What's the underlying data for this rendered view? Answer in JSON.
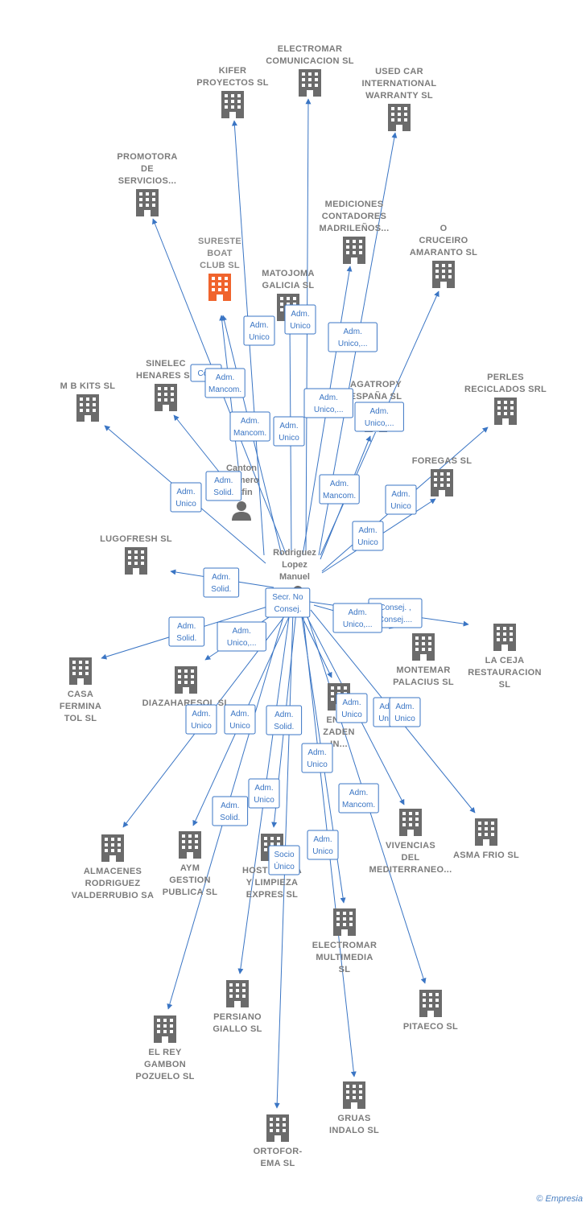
{
  "colors": {
    "edge": "#3a75c4",
    "building": "#6b6b6b",
    "highlight": "#f0642d",
    "person": "#6b6b6b"
  },
  "footer": {
    "copyright": "©",
    "brand": "Empresia"
  },
  "people": [
    {
      "id": "p1",
      "lines": [
        "Canton",
        "Palmero",
        "Rafin"
      ]
    },
    {
      "id": "p2",
      "lines": [
        "Rodriguez",
        "Lopez",
        "Manuel"
      ]
    }
  ],
  "companies": [
    {
      "id": "c_kifer",
      "lines": [
        "KIFER",
        "PROYECTOS SL"
      ]
    },
    {
      "id": "c_electromar_com",
      "lines": [
        "ELECTROMAR",
        "COMUNICACION SL"
      ]
    },
    {
      "id": "c_usedcar",
      "lines": [
        "USED CAR",
        "INTERNATIONAL",
        "WARRANTY SL"
      ]
    },
    {
      "id": "c_promotora",
      "lines": [
        "PROMOTORA",
        "DE",
        "SERVICIOS..."
      ]
    },
    {
      "id": "c_mediciones",
      "lines": [
        "MEDICIONES",
        "CONTADORES",
        "MADRILEÑOS..."
      ]
    },
    {
      "id": "c_sureste",
      "lines": [
        "SURESTE",
        "BOAT",
        "CLUB SL"
      ],
      "highlight": true
    },
    {
      "id": "c_matojoma",
      "lines": [
        "MATOJOMA",
        "GALICIA SL"
      ]
    },
    {
      "id": "c_ocruceiro",
      "lines": [
        "O",
        "CRUCEIRO",
        "AMARANTO SL"
      ]
    },
    {
      "id": "c_sinelec",
      "lines": [
        "SINELEC",
        "HENARES SL"
      ]
    },
    {
      "id": "c_mbkits",
      "lines": [
        "M B KITS SL"
      ]
    },
    {
      "id": "c_agatropy",
      "lines": [
        "AGATROPY",
        "ESPAÑA SL"
      ]
    },
    {
      "id": "c_perles",
      "lines": [
        "PERLES",
        "RECICLADOS SRL"
      ]
    },
    {
      "id": "c_foregas",
      "lines": [
        "FOREGAS SL"
      ]
    },
    {
      "id": "c_lugofresh",
      "lines": [
        "LUGOFRESH SL"
      ]
    },
    {
      "id": "c_laceja",
      "lines": [
        "LA CEJA",
        "RESTAURACION",
        "SL"
      ]
    },
    {
      "id": "c_montemar",
      "lines": [
        "MONTEMAR",
        "PALACIUS SL"
      ]
    },
    {
      "id": "c_casafermina",
      "lines": [
        "CASA",
        "FERMINA",
        "TOL SL"
      ]
    },
    {
      "id": "c_diazaharesol",
      "lines": [
        "DIAZAHARESOL SL"
      ]
    },
    {
      "id": "c_enza",
      "lines": [
        "ENZA",
        "ZADEN",
        "IN..."
      ]
    },
    {
      "id": "c_almacenes",
      "lines": [
        "ALMACENES",
        "RODRIGUEZ",
        "VALDERRUBIO SA"
      ]
    },
    {
      "id": "c_aym",
      "lines": [
        "AYM",
        "GESTION",
        "PUBLICA SL"
      ]
    },
    {
      "id": "c_hosteleria",
      "lines": [
        "HOSTELERIA",
        "Y LIMPIEZA",
        "EXPRES SL"
      ]
    },
    {
      "id": "c_vivencias",
      "lines": [
        "VIVENCIAS",
        "DEL",
        "MEDITERRANEO..."
      ]
    },
    {
      "id": "c_asmafrio",
      "lines": [
        "ASMA FRIO SL"
      ]
    },
    {
      "id": "c_electromar_mul",
      "lines": [
        "ELECTROMAR",
        "MULTIMEDIA",
        "SL"
      ]
    },
    {
      "id": "c_persiano",
      "lines": [
        "PERSIANO",
        "GIALLO SL"
      ]
    },
    {
      "id": "c_pitaeco",
      "lines": [
        "PITAECO SL"
      ]
    },
    {
      "id": "c_elrey",
      "lines": [
        "EL REY",
        "GAMBON",
        "POZUELO SL"
      ]
    },
    {
      "id": "c_gruas",
      "lines": [
        "GRUAS",
        "INDALO SL"
      ]
    },
    {
      "id": "c_ortofor",
      "lines": [
        "ORTOFOR-",
        "EMA SL"
      ]
    }
  ],
  "relations": [
    {
      "from": "p2",
      "to": "c_kifer",
      "label": [
        "Adm.",
        "Unico"
      ]
    },
    {
      "from": "p2",
      "to": "c_electromar_com",
      "label": [
        "Adm.",
        "Unico"
      ]
    },
    {
      "from": "p2",
      "to": "c_usedcar",
      "label": [
        "Adm.",
        "Unico,..."
      ]
    },
    {
      "from": "p2",
      "to": "c_promotora",
      "label": [
        "Co..."
      ]
    },
    {
      "from": "p2",
      "to": "c_mediciones",
      "label": [
        "Adm.",
        "Unico,..."
      ]
    },
    {
      "from": "p2",
      "to": "c_sureste",
      "label": [
        "Adm.",
        "Mancom."
      ]
    },
    {
      "from": "p1",
      "to": "c_sureste",
      "label": [
        "Adm.",
        "Mancom."
      ]
    },
    {
      "from": "p2",
      "to": "c_matojoma",
      "label": [
        "Adm.",
        "Unico"
      ]
    },
    {
      "from": "p2",
      "to": "c_ocruceiro",
      "label": [
        "Adm.",
        "Unico,..."
      ]
    },
    {
      "from": "p1",
      "to": "c_sinelec",
      "label": [
        "Adm.",
        "Solid."
      ]
    },
    {
      "from": "p2",
      "to": "c_mbkits",
      "label": [
        "Adm.",
        "Unico"
      ]
    },
    {
      "from": "p2",
      "to": "c_agatropy",
      "label": [
        "Adm.",
        "Mancom."
      ]
    },
    {
      "from": "p2",
      "to": "c_perles",
      "label": [
        "Adm.",
        "Unico"
      ]
    },
    {
      "from": "p2",
      "to": "c_foregas",
      "label": [
        "Adm.",
        "Unico"
      ]
    },
    {
      "from": "p2",
      "to": "c_lugofresh",
      "label": [
        "Adm.",
        "Solid."
      ]
    },
    {
      "from": "p2",
      "to": "c_laceja",
      "label": [
        "Consej. ,",
        "Consej...."
      ]
    },
    {
      "from": "p2",
      "to": "c_montemar",
      "label": [
        "Adm.",
        "Unico,..."
      ]
    },
    {
      "from": "p2",
      "to": "c_casafermina",
      "label": [
        "Adm.",
        "Solid."
      ]
    },
    {
      "from": "p2",
      "to": "c_diazaharesol",
      "label": [
        "Adm.",
        "Unico,..."
      ]
    },
    {
      "from": "p2",
      "to": "c_enza",
      "label": [
        "Adm.",
        "Unico"
      ]
    },
    {
      "from": "p2",
      "to": "c_almacenes",
      "label": [
        "Adm.",
        "Unico"
      ]
    },
    {
      "from": "p2",
      "to": "c_aym",
      "label": [
        "Adm.",
        "Unico"
      ]
    },
    {
      "from": "p2",
      "to": "c_hosteleria",
      "label": [
        "Adm.",
        "Unico"
      ]
    },
    {
      "from": "p2",
      "to": "c_vivencias",
      "label": [
        "Adm.",
        "Unico"
      ]
    },
    {
      "from": "p2",
      "to": "c_asmafrio",
      "label": [
        "Adm.",
        "Unico"
      ]
    },
    {
      "from": "p2",
      "to": "c_electromar_mul",
      "label": [
        "Adm.",
        "Unico"
      ]
    },
    {
      "from": "p2",
      "to": "c_persiano",
      "label": [
        "Adm.",
        "Solid."
      ]
    },
    {
      "from": "p2",
      "to": "c_pitaeco",
      "label": [
        "Adm.",
        "Mancom."
      ]
    },
    {
      "from": "p2",
      "to": "c_elrey",
      "label": [
        "Adm.",
        "Solid."
      ]
    },
    {
      "from": "p2",
      "to": "c_gruas",
      "label": [
        "Adm.",
        "Unico"
      ]
    },
    {
      "from": "p2",
      "to": "c_ortofor",
      "label": [
        "Socio",
        "Único"
      ]
    },
    {
      "from": "p2",
      "to": "c_electromar_mul",
      "label": [
        "Secr. No",
        "Consej."
      ]
    }
  ]
}
